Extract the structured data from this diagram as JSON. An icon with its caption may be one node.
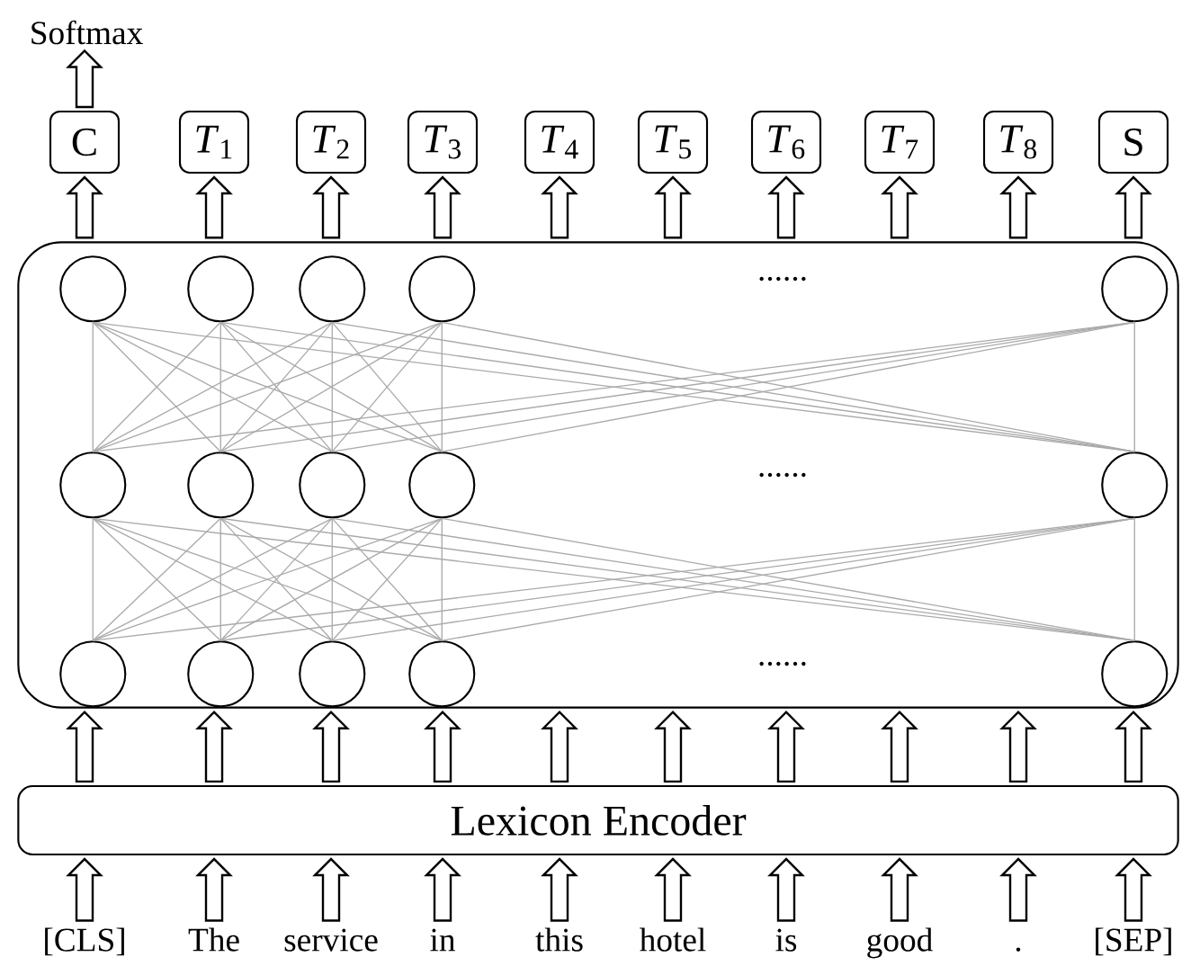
{
  "diagram": {
    "nodes": [
      {
        "text": [
          "Softmax"
        ]
      },
      {
        "text": [
          "C"
        ]
      },
      {
        "text": [
          "*T*$_{1}$"
        ]
      },
      {
        "text": [
          "*T*$_{2}$"
        ]
      },
      {
        "text": [
          "*T*$_{3}$"
        ]
      },
      {
        "text": [
          "*T*$_{4}$"
        ]
      },
      {
        "text": [
          "*T*$_{5}$"
        ]
      },
      {
        "text": [
          "*T*$_{6}$"
        ]
      },
      {
        "text": [
          "*T*$_{7}$"
        ]
      },
      {
        "text": [
          "*T*$_{8}$"
        ]
      },
      {
        "text": [
          "S"
        ]
      },
      {
        "text": [],
        "shape": "box"
      },
      {
        "text": [],
        "shape": "circle",
        "in": 11
      },
      {
        "text": [],
        "shape": "circle",
        "in": 11
      },
      {
        "text": [],
        "shape": "circle",
        "in": 11
      },
      {
        "text": [],
        "shape": "circle",
        "in": 11
      },
      {
        "text": [],
        "shape": "circle",
        "in": 11
      },
      {
        "text": [],
        "shape": "circle",
        "in": 11
      },
      {
        "text": [],
        "shape": "circle",
        "in": 11
      },
      {
        "text": [],
        "shape": "circle",
        "in": 11
      },
      {
        "text": [],
        "shape": "circle",
        "in": 11
      },
      {
        "text": [],
        "shape": "circle",
        "in": 11
      },
      {
        "text": [],
        "shape": "circle",
        "in": 11
      },
      {
        "text": [],
        "shape": "circle",
        "in": 11
      },
      {
        "text": [],
        "shape": "circle",
        "in": 11
      },
      {
        "text": [],
        "shape": "circle",
        "in": 11
      },
      {
        "text": [],
        "shape": "circle",
        "in": 11
      },
      {
        "text": [
          "Lexicon Encoder"
        ]
      },
      {
        "text": [
          "[CLS]"
        ]
      },
      {
        "text": [
          "The"
        ]
      },
      {
        "text": [
          "service"
        ]
      },
      {
        "text": [
          "in"
        ]
      },
      {
        "text": [
          "this"
        ]
      },
      {
        "text": [
          "hotel"
        ]
      },
      {
        "text": [
          "is"
        ]
      },
      {
        "text": [
          "good"
        ]
      },
      {
        "text": [
          "."
        ]
      },
      {
        "text": [
          "[SEP]"
        ]
      }
    ],
    "edges": [
      {
        "from": 1,
        "to": 0,
        "arrow": "to"
      },
      {
        "from": 11,
        "to": 1,
        "arrow": "to"
      },
      {
        "from": 11,
        "to": 2,
        "arrow": "to"
      },
      {
        "from": 11,
        "to": 3,
        "arrow": "to"
      },
      {
        "from": 11,
        "to": 4,
        "arrow": "to"
      },
      {
        "from": 11,
        "to": 5,
        "arrow": "to"
      },
      {
        "from": 11,
        "to": 6,
        "arrow": "to"
      },
      {
        "from": 11,
        "to": 7,
        "arrow": "to"
      },
      {
        "from": 11,
        "to": 8,
        "arrow": "to"
      },
      {
        "from": 11,
        "to": 9,
        "arrow": "to"
      },
      {
        "from": 11,
        "to": 10,
        "arrow": "to"
      },
      {
        "from": 12,
        "to": 17,
        "arrow": "none",
        "color": "#aaaaaa"
      },
      {
        "from": 12,
        "to": 18,
        "arrow": "none",
        "color": "#aaaaaa"
      },
      {
        "from": 12,
        "to": 19,
        "arrow": "none",
        "color": "#aaaaaa"
      },
      {
        "from": 12,
        "to": 20,
        "arrow": "none",
        "color": "#aaaaaa"
      },
      {
        "from": 12,
        "to": 21,
        "arrow": "none",
        "color": "#aaaaaa"
      },
      {
        "from": 13,
        "to": 17,
        "arrow": "none",
        "color": "#aaaaaa"
      },
      {
        "from": 13,
        "to": 18,
        "arrow": "none",
        "color": "#aaaaaa"
      },
      {
        "from": 13,
        "to": 19,
        "arrow": "none",
        "color": "#aaaaaa"
      },
      {
        "from": 13,
        "to": 20,
        "arrow": "none",
        "color": "#aaaaaa"
      },
      {
        "from": 13,
        "to": 21,
        "arrow": "none",
        "color": "#aaaaaa"
      },
      {
        "from": 14,
        "to": 17,
        "arrow": "none",
        "color": "#aaaaaa"
      },
      {
        "from": 14,
        "to": 18,
        "arrow": "none",
        "color": "#aaaaaa"
      },
      {
        "from": 14,
        "to": 19,
        "arrow": "none",
        "color": "#aaaaaa"
      },
      {
        "from": 14,
        "to": 20,
        "arrow": "none",
        "color": "#aaaaaa"
      },
      {
        "from": 14,
        "to": 21,
        "arrow": "none",
        "color": "#aaaaaa"
      },
      {
        "from": 15,
        "to": 17,
        "arrow": "none",
        "color": "#aaaaaa"
      },
      {
        "from": 15,
        "to": 18,
        "arrow": "none",
        "color": "#aaaaaa"
      },
      {
        "from": 15,
        "to": 19,
        "arrow": "none",
        "color": "#aaaaaa"
      },
      {
        "from": 15,
        "to": 20,
        "arrow": "none",
        "color": "#aaaaaa"
      },
      {
        "from": 15,
        "to": 21,
        "arrow": "none",
        "color": "#aaaaaa"
      },
      {
        "from": 16,
        "to": 17,
        "arrow": "none",
        "color": "#aaaaaa"
      },
      {
        "from": 16,
        "to": 18,
        "arrow": "none",
        "color": "#aaaaaa"
      },
      {
        "from": 16,
        "to": 19,
        "arrow": "none",
        "color": "#aaaaaa"
      },
      {
        "from": 16,
        "to": 20,
        "arrow": "none",
        "color": "#aaaaaa"
      },
      {
        "from": 16,
        "to": 21,
        "arrow": "none",
        "color": "#aaaaaa"
      },
      {
        "from": 17,
        "to": 22,
        "arrow": "none",
        "color": "#aaaaaa"
      },
      {
        "from": 17,
        "to": 23,
        "arrow": "none",
        "color": "#aaaaaa"
      },
      {
        "from": 17,
        "to": 24,
        "arrow": "none",
        "color": "#aaaaaa"
      },
      {
        "from": 17,
        "to": 25,
        "arrow": "none",
        "color": "#aaaaaa"
      },
      {
        "from": 17,
        "to": 26,
        "arrow": "none",
        "color": "#aaaaaa"
      },
      {
        "from": 18,
        "to": 22,
        "arrow": "none",
        "color": "#aaaaaa"
      },
      {
        "from": 18,
        "to": 23,
        "arrow": "none",
        "color": "#aaaaaa"
      },
      {
        "from": 18,
        "to": 24,
        "arrow": "none",
        "color": "#aaaaaa"
      },
      {
        "from": 18,
        "to": 25,
        "arrow": "none",
        "color": "#aaaaaa"
      },
      {
        "from": 18,
        "to": 26,
        "arrow": "none",
        "color": "#aaaaaa"
      },
      {
        "from": 19,
        "to": 22,
        "arrow": "none",
        "color": "#aaaaaa"
      },
      {
        "from": 19,
        "to": 23,
        "arrow": "none",
        "color": "#aaaaaa"
      },
      {
        "from": 19,
        "to": 24,
        "arrow": "none",
        "color": "#aaaaaa"
      },
      {
        "from": 19,
        "to": 25,
        "arrow": "none",
        "color": "#aaaaaa"
      },
      {
        "from": 19,
        "to": 26,
        "arrow": "none",
        "color": "#aaaaaa"
      },
      {
        "from": 20,
        "to": 22,
        "arrow": "none",
        "color": "#aaaaaa"
      },
      {
        "from": 20,
        "to": 23,
        "arrow": "none",
        "color": "#aaaaaa"
      },
      {
        "from": 20,
        "to": 24,
        "arrow": "none",
        "color": "#aaaaaa"
      },
      {
        "from": 20,
        "to": 25,
        "arrow": "none",
        "color": "#aaaaaa"
      },
      {
        "from": 20,
        "to": 26,
        "arrow": "none",
        "color": "#aaaaaa"
      },
      {
        "from": 21,
        "to": 22,
        "arrow": "none",
        "color": "#aaaaaa"
      },
      {
        "from": 21,
        "to": 23,
        "arrow": "none",
        "color": "#aaaaaa"
      },
      {
        "from": 21,
        "to": 24,
        "arrow": "none",
        "color": "#aaaaaa"
      },
      {
        "from": 21,
        "to": 25,
        "arrow": "none",
        "color": "#aaaaaa"
      },
      {
        "from": 21,
        "to": 26,
        "arrow": "none",
        "color": "#aaaaaa"
      },
      {
        "from": 27,
        "to": 11,
        "arrow": "to"
      },
      {
        "from": 27,
        "to": 11,
        "arrow": "to"
      },
      {
        "from": 27,
        "to": 11,
        "arrow": "to"
      },
      {
        "from": 27,
        "to": 11,
        "arrow": "to"
      },
      {
        "from": 27,
        "to": 11,
        "arrow": "to"
      },
      {
        "from": 27,
        "to": 11,
        "arrow": "to"
      },
      {
        "from": 27,
        "to": 11,
        "arrow": "to"
      },
      {
        "from": 27,
        "to": 11,
        "arrow": "to"
      },
      {
        "from": 27,
        "to": 11,
        "arrow": "to"
      },
      {
        "from": 27,
        "to": 11,
        "arrow": "to"
      },
      {
        "from": 28,
        "to": 27,
        "arrow": "to"
      },
      {
        "from": 29,
        "to": 27,
        "arrow": "to"
      },
      {
        "from": 30,
        "to": 27,
        "arrow": "to"
      },
      {
        "from": 31,
        "to": 27,
        "arrow": "to"
      },
      {
        "from": 32,
        "to": 27,
        "arrow": "to"
      },
      {
        "from": 33,
        "to": 27,
        "arrow": "to"
      },
      {
        "from": 34,
        "to": 27,
        "arrow": "to"
      },
      {
        "from": 35,
        "to": 27,
        "arrow": "to"
      },
      {
        "from": 36,
        "to": 27,
        "arrow": "to"
      },
      {
        "from": 37,
        "to": 27,
        "arrow": "to"
      }
    ],
    "labels": [
      "......",
      "......",
      "......"
    ]
  }
}
